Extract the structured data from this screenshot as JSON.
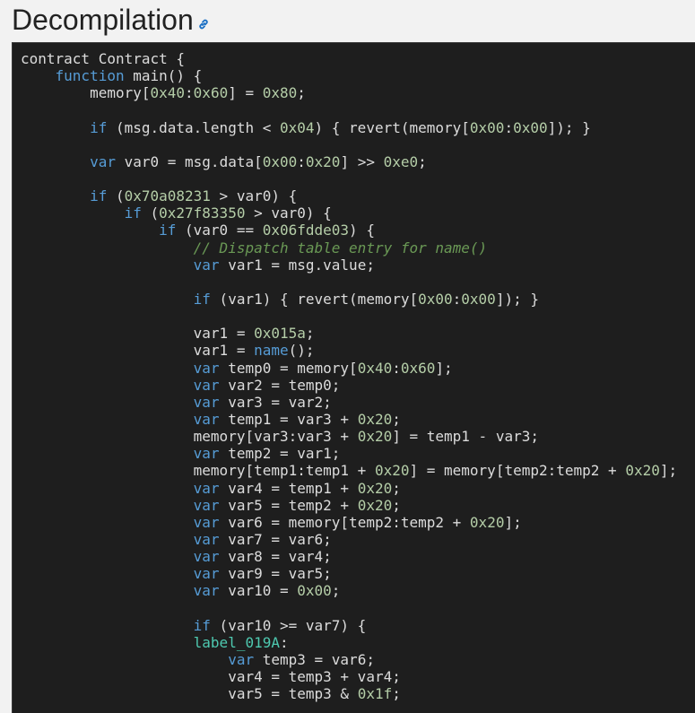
{
  "heading": {
    "title": "Decompilation",
    "link_icon": "link-icon"
  },
  "colors": {
    "background": "#1e1e1e",
    "keyword": "#569cd6",
    "number": "#b5cea8",
    "comment": "#6a9955",
    "label": "#4ec9b0",
    "text": "#dcdcdc"
  },
  "code_lines": [
    [
      [
        "pl",
        "contract Contract {"
      ]
    ],
    [
      [
        "pl",
        "    "
      ],
      [
        "kw",
        "function"
      ],
      [
        "pl",
        " main() {"
      ]
    ],
    [
      [
        "pl",
        "        memory["
      ],
      [
        "num",
        "0x40"
      ],
      [
        "pl",
        ":"
      ],
      [
        "num",
        "0x60"
      ],
      [
        "pl",
        "] = "
      ],
      [
        "num",
        "0x80"
      ],
      [
        "pl",
        ";"
      ]
    ],
    [],
    [
      [
        "pl",
        "        "
      ],
      [
        "kw",
        "if"
      ],
      [
        "pl",
        " (msg.data.length < "
      ],
      [
        "num",
        "0x04"
      ],
      [
        "pl",
        ") { revert(memory["
      ],
      [
        "num",
        "0x00"
      ],
      [
        "pl",
        ":"
      ],
      [
        "num",
        "0x00"
      ],
      [
        "pl",
        "]); }"
      ]
    ],
    [],
    [
      [
        "pl",
        "        "
      ],
      [
        "kw",
        "var"
      ],
      [
        "pl",
        " var0 = msg.data["
      ],
      [
        "num",
        "0x00"
      ],
      [
        "pl",
        ":"
      ],
      [
        "num",
        "0x20"
      ],
      [
        "pl",
        "] >> "
      ],
      [
        "num",
        "0xe0"
      ],
      [
        "pl",
        ";"
      ]
    ],
    [],
    [
      [
        "pl",
        "        "
      ],
      [
        "kw",
        "if"
      ],
      [
        "pl",
        " ("
      ],
      [
        "num",
        "0x70a08231"
      ],
      [
        "pl",
        " > var0) {"
      ]
    ],
    [
      [
        "pl",
        "            "
      ],
      [
        "kw",
        "if"
      ],
      [
        "pl",
        " ("
      ],
      [
        "num",
        "0x27f83350"
      ],
      [
        "pl",
        " > var0) {"
      ]
    ],
    [
      [
        "pl",
        "                "
      ],
      [
        "kw",
        "if"
      ],
      [
        "pl",
        " (var0 == "
      ],
      [
        "num",
        "0x06fdde03"
      ],
      [
        "pl",
        ") {"
      ]
    ],
    [
      [
        "pl",
        "                    "
      ],
      [
        "cm",
        "// Dispatch table entry for name()"
      ]
    ],
    [
      [
        "pl",
        "                    "
      ],
      [
        "kw",
        "var"
      ],
      [
        "pl",
        " var1 = msg.value;"
      ]
    ],
    [],
    [
      [
        "pl",
        "                    "
      ],
      [
        "kw",
        "if"
      ],
      [
        "pl",
        " (var1) { revert(memory["
      ],
      [
        "num",
        "0x00"
      ],
      [
        "pl",
        ":"
      ],
      [
        "num",
        "0x00"
      ],
      [
        "pl",
        "]); }"
      ]
    ],
    [],
    [
      [
        "pl",
        "                    var1 = "
      ],
      [
        "num",
        "0x015a"
      ],
      [
        "pl",
        ";"
      ]
    ],
    [
      [
        "pl",
        "                    var1 = "
      ],
      [
        "fn",
        "name"
      ],
      [
        "pl",
        "();"
      ]
    ],
    [
      [
        "pl",
        "                    "
      ],
      [
        "kw",
        "var"
      ],
      [
        "pl",
        " temp0 = memory["
      ],
      [
        "num",
        "0x40"
      ],
      [
        "pl",
        ":"
      ],
      [
        "num",
        "0x60"
      ],
      [
        "pl",
        "];"
      ]
    ],
    [
      [
        "pl",
        "                    "
      ],
      [
        "kw",
        "var"
      ],
      [
        "pl",
        " var2 = temp0;"
      ]
    ],
    [
      [
        "pl",
        "                    "
      ],
      [
        "kw",
        "var"
      ],
      [
        "pl",
        " var3 = var2;"
      ]
    ],
    [
      [
        "pl",
        "                    "
      ],
      [
        "kw",
        "var"
      ],
      [
        "pl",
        " temp1 = var3 + "
      ],
      [
        "num",
        "0x20"
      ],
      [
        "pl",
        ";"
      ]
    ],
    [
      [
        "pl",
        "                    memory[var3:var3 + "
      ],
      [
        "num",
        "0x20"
      ],
      [
        "pl",
        "] = temp1 - var3;"
      ]
    ],
    [
      [
        "pl",
        "                    "
      ],
      [
        "kw",
        "var"
      ],
      [
        "pl",
        " temp2 = var1;"
      ]
    ],
    [
      [
        "pl",
        "                    memory[temp1:temp1 + "
      ],
      [
        "num",
        "0x20"
      ],
      [
        "pl",
        "] = memory[temp2:temp2 + "
      ],
      [
        "num",
        "0x20"
      ],
      [
        "pl",
        "];"
      ]
    ],
    [
      [
        "pl",
        "                    "
      ],
      [
        "kw",
        "var"
      ],
      [
        "pl",
        " var4 = temp1 + "
      ],
      [
        "num",
        "0x20"
      ],
      [
        "pl",
        ";"
      ]
    ],
    [
      [
        "pl",
        "                    "
      ],
      [
        "kw",
        "var"
      ],
      [
        "pl",
        " var5 = temp2 + "
      ],
      [
        "num",
        "0x20"
      ],
      [
        "pl",
        ";"
      ]
    ],
    [
      [
        "pl",
        "                    "
      ],
      [
        "kw",
        "var"
      ],
      [
        "pl",
        " var6 = memory[temp2:temp2 + "
      ],
      [
        "num",
        "0x20"
      ],
      [
        "pl",
        "];"
      ]
    ],
    [
      [
        "pl",
        "                    "
      ],
      [
        "kw",
        "var"
      ],
      [
        "pl",
        " var7 = var6;"
      ]
    ],
    [
      [
        "pl",
        "                    "
      ],
      [
        "kw",
        "var"
      ],
      [
        "pl",
        " var8 = var4;"
      ]
    ],
    [
      [
        "pl",
        "                    "
      ],
      [
        "kw",
        "var"
      ],
      [
        "pl",
        " var9 = var5;"
      ]
    ],
    [
      [
        "pl",
        "                    "
      ],
      [
        "kw",
        "var"
      ],
      [
        "pl",
        " var10 = "
      ],
      [
        "num",
        "0x00"
      ],
      [
        "pl",
        ";"
      ]
    ],
    [],
    [
      [
        "pl",
        "                    "
      ],
      [
        "kw",
        "if"
      ],
      [
        "pl",
        " (var10 >= var7) {"
      ]
    ],
    [
      [
        "pl",
        "                    "
      ],
      [
        "lbl",
        "label_019A"
      ],
      [
        "pl",
        ":"
      ]
    ],
    [
      [
        "pl",
        "                        "
      ],
      [
        "kw",
        "var"
      ],
      [
        "pl",
        " temp3 = var6;"
      ]
    ],
    [
      [
        "pl",
        "                        var4 = temp3 + var4;"
      ]
    ],
    [
      [
        "pl",
        "                        var5 = temp3 & "
      ],
      [
        "num",
        "0x1f"
      ],
      [
        "pl",
        ";"
      ]
    ]
  ]
}
